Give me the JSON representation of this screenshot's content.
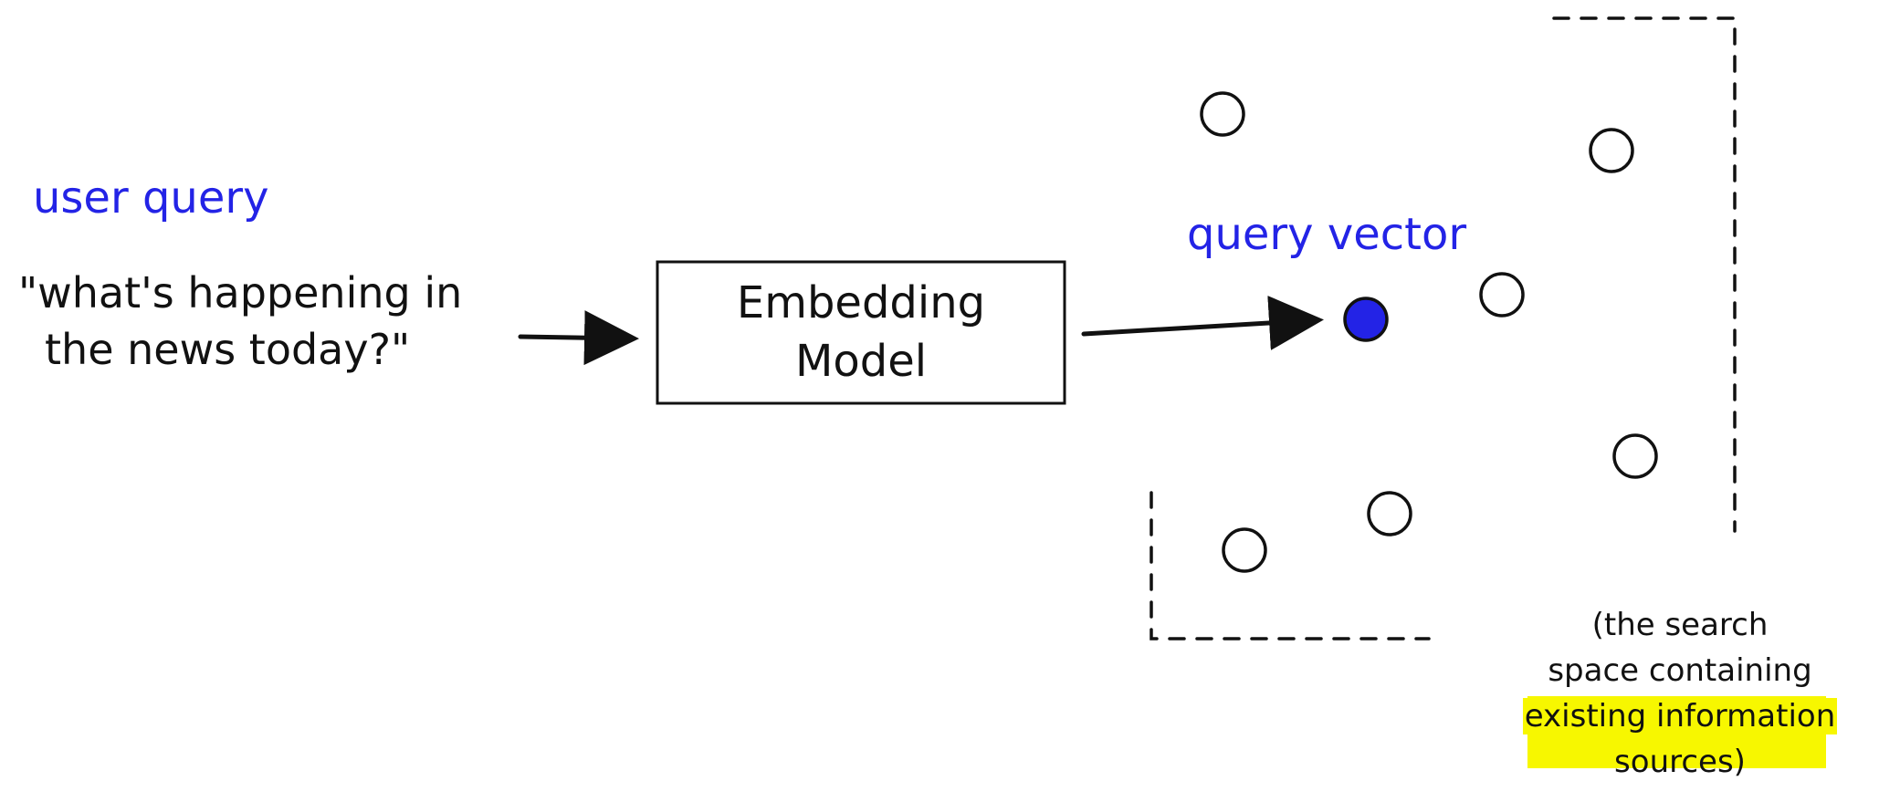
{
  "labels": {
    "user_query": "user query",
    "query_text_1": "\"what's happening in",
    "query_text_2": "the news today?\"",
    "model_line1": "Embedding",
    "model_line2": "Model",
    "query_vector": "query vector",
    "note_line1": "(the search",
    "note_line2": "space containing",
    "note_line3_highlight": "existing information",
    "note_line4": "sources)"
  },
  "colors": {
    "accent_blue": "#2323e6",
    "highlight_yellow": "#f7f700",
    "ink": "#111111"
  }
}
